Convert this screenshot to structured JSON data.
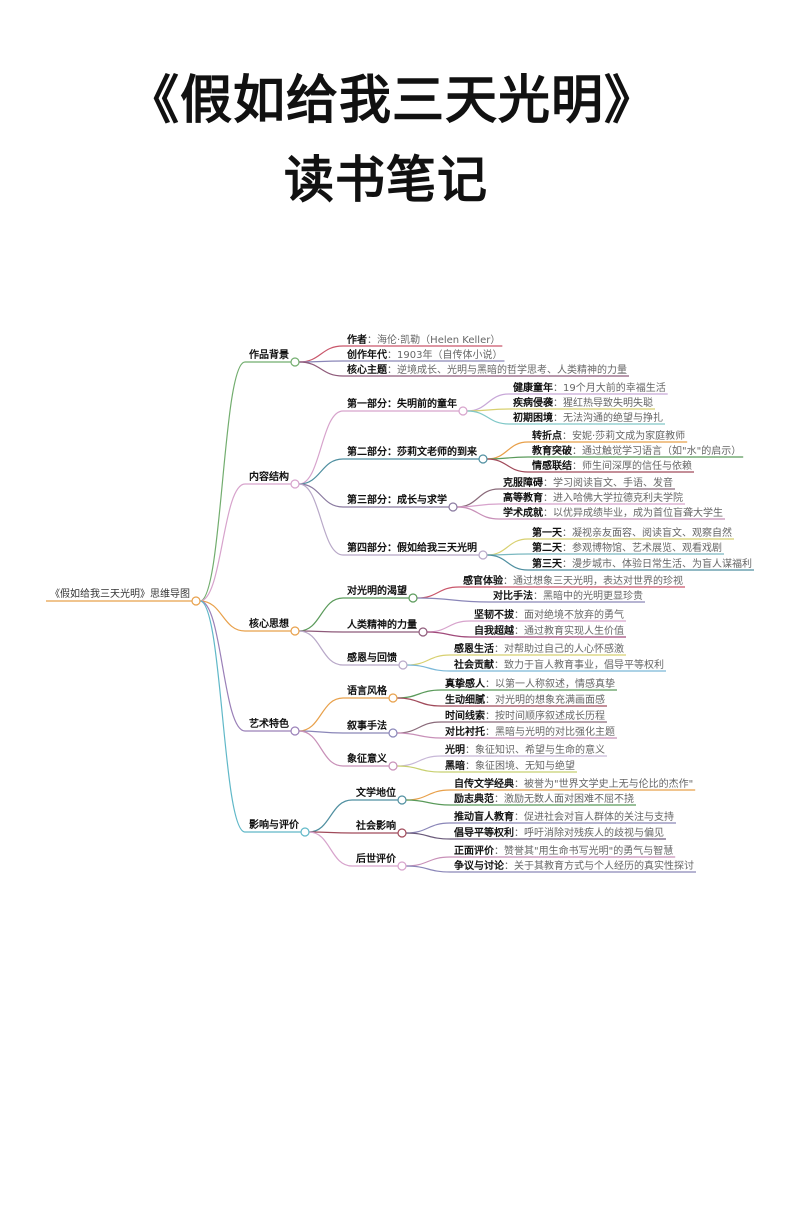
{
  "title": {
    "line1": "《假如给我三天光明》",
    "line2": "读书笔记"
  },
  "mindmap": {
    "root": {
      "label": "《假如给我三天光明》思维导图",
      "color": "#e8a04a"
    },
    "branches": [
      {
        "label": "作品背景",
        "color": "#72ad6e",
        "children": [
          {
            "key": "作者",
            "value": "海伦·凯勒（Helen Keller）",
            "color": "#c9566a"
          },
          {
            "key": "创作年代",
            "value": "1903年（自传体小说）",
            "color": "#8a86b8"
          },
          {
            "key": "核心主题",
            "value": "逆境成长、光明与黑暗的哲学思考、人类精神的力量",
            "color": "#8e5a7a"
          }
        ]
      },
      {
        "label": "内容结构",
        "color": "#d7a3cc",
        "children": [
          {
            "label": "第一部分：失明前的童年",
            "color": "#d7a3cc",
            "children": [
              {
                "key": "健康童年",
                "value": "19个月大前的幸福生活",
                "color": "#c8a8d8"
              },
              {
                "key": "疾病侵袭",
                "value": "猩红热导致失明失聪",
                "color": "#d8d070"
              },
              {
                "key": "初期困境",
                "value": "无法沟通的绝望与挣扎",
                "color": "#80c8c8"
              }
            ]
          },
          {
            "label": "第二部分：莎莉文老师的到来",
            "color": "#4f8fa0",
            "children": [
              {
                "key": "转折点",
                "value": "安妮·莎莉文成为家庭教师",
                "color": "#e8a04a"
              },
              {
                "key": "教育突破",
                "value": "通过触觉学习语言（如\"水\"的启示）",
                "color": "#5a9a5a"
              },
              {
                "key": "情感联结",
                "value": "师生间深厚的信任与依赖",
                "color": "#a04a5a"
              }
            ]
          },
          {
            "label": "第三部分：成长与求学",
            "color": "#8a7aa0",
            "children": [
              {
                "key": "克服障碍",
                "value": "学习阅读盲文、手语、发音",
                "color": "#8a6a7a"
              },
              {
                "key": "高等教育",
                "value": "进入哈佛大学拉德克利夫学院",
                "color": "#d7a3cc"
              },
              {
                "key": "学术成就",
                "value": "以优异成绩毕业，成为首位盲聋大学生",
                "color": "#c890b8"
              }
            ]
          },
          {
            "label": "第四部分：假如给我三天光明",
            "color": "#b8a8c8",
            "children": [
              {
                "key": "第一天",
                "value": "凝视亲友面容、阅读盲文、观察自然",
                "color": "#d8d070"
              },
              {
                "key": "第二天",
                "value": "参观博物馆、艺术展览、观看戏剧",
                "color": "#7ab8c0"
              },
              {
                "key": "第三天",
                "value": "漫步城市、体验日常生活、为盲人谋福利",
                "color": "#4f8fa0"
              }
            ]
          }
        ]
      },
      {
        "label": "核心思想",
        "color": "#e8a04a",
        "children": [
          {
            "label": "对光明的渴望",
            "color": "#5a9a5a",
            "children": [
              {
                "key": "感官体验",
                "value": "通过想象三天光明，表达对世界的珍视",
                "color": "#c9566a"
              },
              {
                "key": "对比手法",
                "value": "黑暗中的光明更显珍贵",
                "color": "#8a86b8"
              }
            ]
          },
          {
            "label": "人类精神的力量",
            "color": "#8e5a7a",
            "children": [
              {
                "key": "坚韧不拔",
                "value": "面对绝境不放弃的勇气",
                "color": "#d7a3cc"
              },
              {
                "key": "自我超越",
                "value": "通过教育实现人生价值",
                "color": "#a04a7a"
              }
            ]
          },
          {
            "label": "感恩与回馈",
            "color": "#b8a8c8",
            "children": [
              {
                "key": "感恩生活",
                "value": "对帮助过自己的人心怀感激",
                "color": "#d8d070"
              },
              {
                "key": "社会贡献",
                "value": "致力于盲人教育事业，倡导平等权利",
                "color": "#7ab8d8"
              }
            ]
          }
        ]
      },
      {
        "label": "艺术特色",
        "color": "#9a80b8",
        "children": [
          {
            "label": "语言风格",
            "color": "#e8a04a",
            "children": [
              {
                "key": "真挚感人",
                "value": "以第一人称叙述，情感真挚",
                "color": "#5a9a5a"
              },
              {
                "key": "生动细腻",
                "value": "对光明的想象充满画面感",
                "color": "#a04a5a"
              }
            ]
          },
          {
            "label": "叙事手法",
            "color": "#8a86b8",
            "children": [
              {
                "key": "时间线索",
                "value": "按时间顺序叙述成长历程",
                "color": "#8a6a7a"
              },
              {
                "key": "对比衬托",
                "value": "黑暗与光明的对比强化主题",
                "color": "#c890b8"
              }
            ]
          },
          {
            "label": "象征意义",
            "color": "#c890b8",
            "children": [
              {
                "key": "光明",
                "value": "象征知识、希望与生命的意义",
                "color": "#c8b8d8"
              },
              {
                "key": "黑暗",
                "value": "象征困境、无知与绝望",
                "color": "#c8d070"
              }
            ]
          }
        ]
      },
      {
        "label": "影响与评价",
        "color": "#60b8c8",
        "children": [
          {
            "label": "文学地位",
            "color": "#4f8fa0",
            "children": [
              {
                "key": "自传文学经典",
                "value": "被誉为\"世界文学史上无与伦比的杰作\"",
                "color": "#e8a04a"
              },
              {
                "key": "励志典范",
                "value": "激励无数人面对困难不屈不挠",
                "color": "#5a9a5a"
              }
            ]
          },
          {
            "label": "社会影响",
            "color": "#a04a5a",
            "children": [
              {
                "key": "推动盲人教育",
                "value": "促进社会对盲人群体的关注与支持",
                "color": "#8a86b8"
              },
              {
                "key": "倡导平等权利",
                "value": "呼吁消除对残疾人的歧视与偏见",
                "color": "#6a5a7a"
              }
            ]
          },
          {
            "label": "后世评价",
            "color": "#d7a3cc",
            "children": [
              {
                "key": "正面评价",
                "value": "赞誉其\"用生命书写光明\"的勇气与智慧",
                "color": "#c890b8"
              },
              {
                "key": "争议与讨论",
                "value": "关于其教育方式与个人经历的真实性探讨",
                "color": "#8a86b8"
              }
            ]
          }
        ]
      }
    ]
  }
}
